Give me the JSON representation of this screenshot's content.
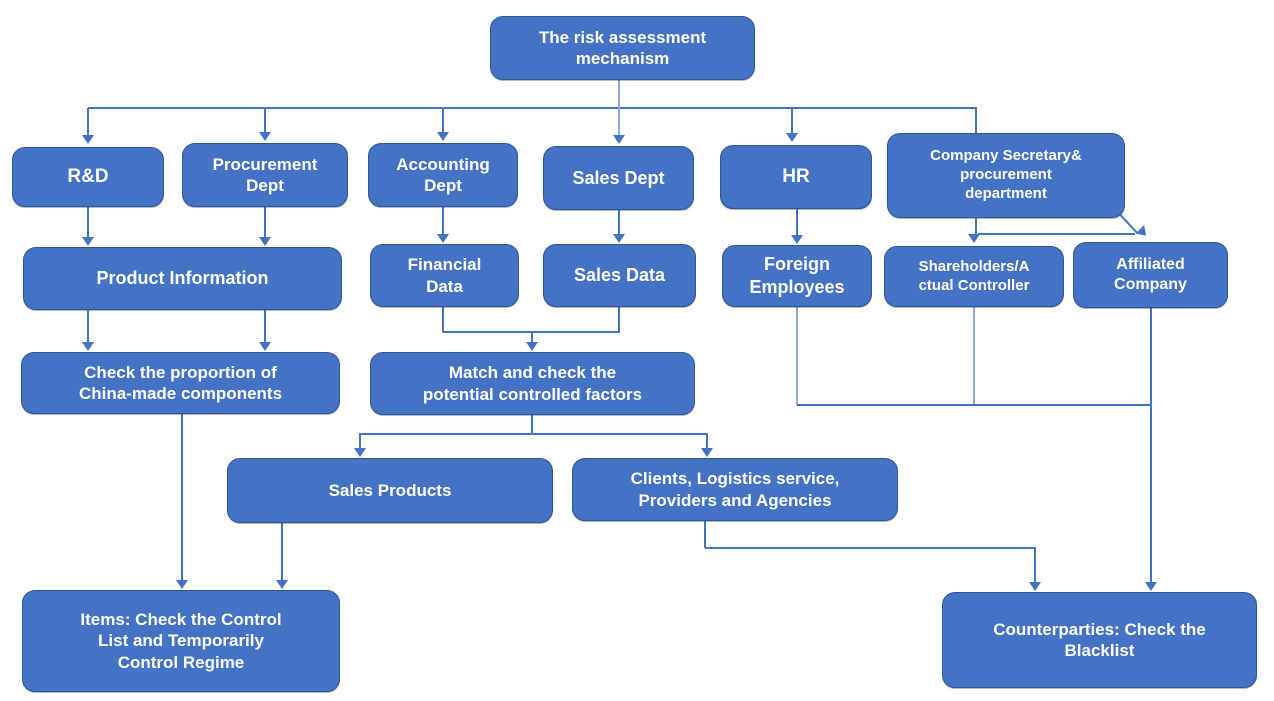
{
  "diagram": {
    "title": "The risk assessment mechanism",
    "colors": {
      "box_fill": "#4472C4",
      "box_border": "#2F5597",
      "box_text": "#FFFFFF",
      "connector": "#4472C4",
      "connector_light": "#8FAADC"
    },
    "nodes": {
      "risk_mechanism": {
        "label": "The risk assessment\nmechanism"
      },
      "rd": {
        "label": "R&D"
      },
      "procurement_dept": {
        "label": "Procurement\nDept"
      },
      "accounting_dept": {
        "label": "Accounting\nDept"
      },
      "sales_dept": {
        "label": "Sales Dept"
      },
      "hr": {
        "label": "HR"
      },
      "company_secretary": {
        "label": "Company Secretary&\nprocurement\ndepartment"
      },
      "product_information": {
        "label": "Product Information"
      },
      "financial_data": {
        "label": "Financial\nData"
      },
      "sales_data": {
        "label": "Sales Data"
      },
      "foreign_employees": {
        "label": "Foreign\nEmployees"
      },
      "shareholders_controller": {
        "label": "Shareholders/A\nctual Controller"
      },
      "affiliated_company": {
        "label": "Affiliated\nCompany"
      },
      "check_proportion": {
        "label": "Check the proportion of\nChina-made components"
      },
      "match_check_factors": {
        "label": "Match and check the\npotential controlled factors"
      },
      "sales_products": {
        "label": "Sales Products"
      },
      "clients_logistics": {
        "label": "Clients, Logistics service,\nProviders and Agencies"
      },
      "items_check_control": {
        "label": "Items: Check the Control\nList and Temporarily\nControl Regime"
      },
      "counterparties_blacklist": {
        "label": "Counterparties: Check the\nBlacklist"
      }
    }
  }
}
